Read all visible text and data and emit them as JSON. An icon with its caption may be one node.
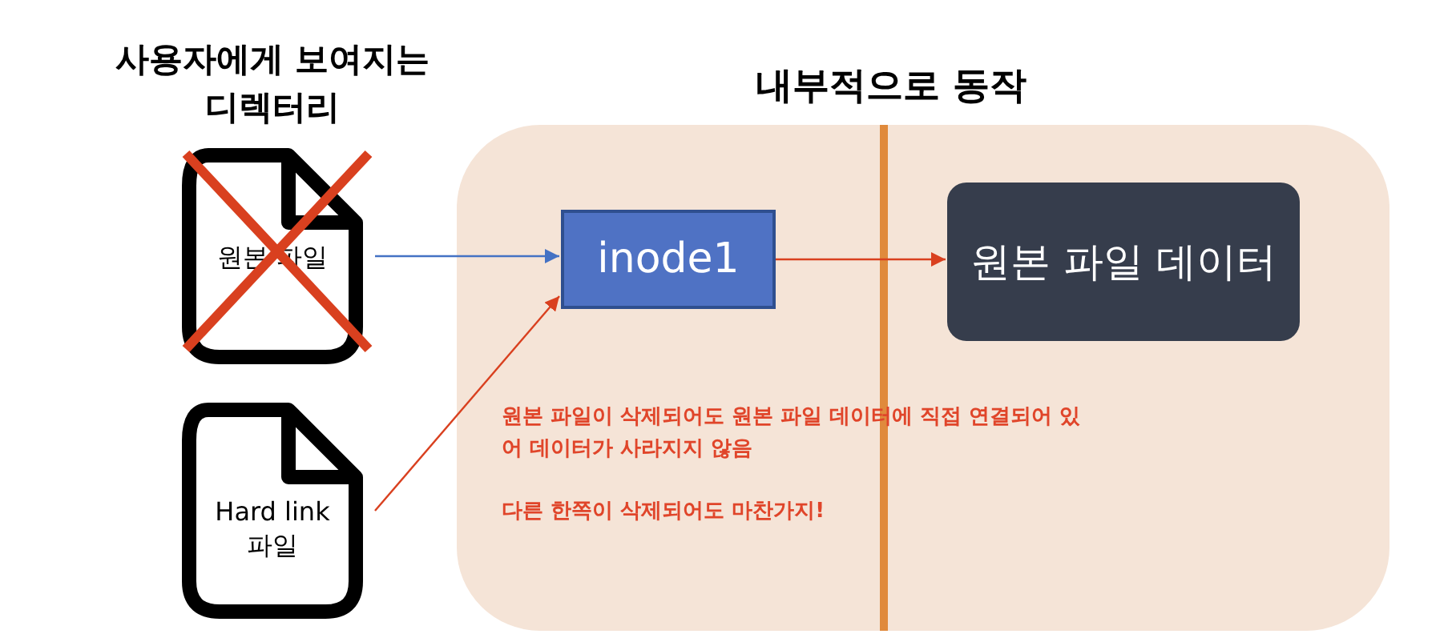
{
  "diagram": {
    "nodes": [
      {
        "text": [
          "내부적으로 동작"
        ]
      },
      {
        "text": [
          "원본 파일"
        ]
      },
      {
        "text": [
          "inode1"
        ],
        "in": 0
      },
      {
        "text": [
          "원본 파일 데이터"
        ],
        "in": 0
      },
      {
        "text": [
          "Hard link 파일"
        ]
      }
    ],
    "edges": [
      {
        "from": 1,
        "to": 2,
        "arrow": "to",
        "color": "#4472c4"
      },
      {
        "from": 4,
        "to": 2,
        "arrow": "to"
      },
      {
        "from": 2,
        "to": 3,
        "arrow": "to"
      }
    ],
    "labels": [
      "사용자에게 보여지는 디렉터리",
      "원본 파일이 삭제되어도 원본 파일 데이터에 직접 연결되어 있어 데이터가 사라지지 않음",
      "다른 한쪽이 삭제되어도 마찬가지!"
    ]
  }
}
